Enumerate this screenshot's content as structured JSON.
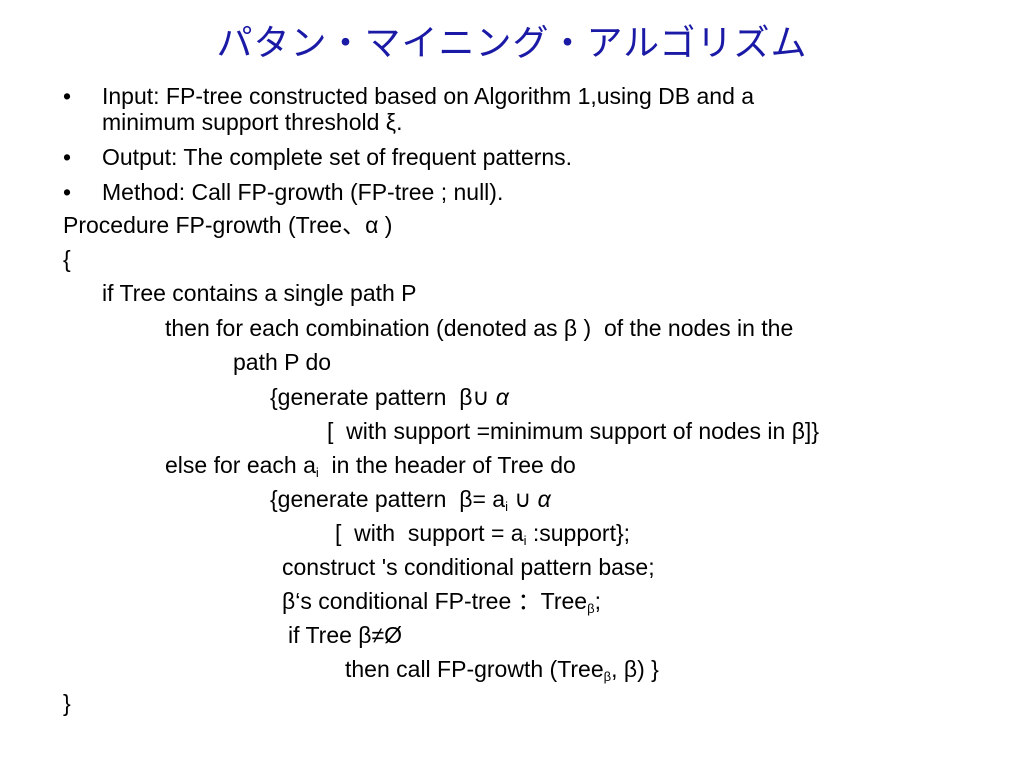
{
  "title": "パタン・マイニング・アルゴリズム",
  "bullets": [
    {
      "symbol": "•",
      "lines": [
        "Input: FP-tree constructed based on Algorithm 1,using DB and a",
        "minimum support threshold ξ."
      ]
    },
    {
      "symbol": "•",
      "lines": [
        "Output: The complete set of frequent patterns."
      ]
    },
    {
      "symbol": "•",
      "lines": [
        "Method: Call FP-growth (FP-tree ; null)."
      ]
    }
  ],
  "procedure": {
    "header": "Procedure FP-growth (Tree、α )",
    "open_brace": "{",
    "line_if_tree": "if Tree contains a single path P",
    "line_then_1": "then for each combination (denoted as β )  of the nodes in the",
    "line_then_2": "path P do",
    "line_gen1_a": "{generate pattern  β∪ ",
    "line_gen1_alpha": "α",
    "line_support1": "[  with support =minimum support of nodes in β]}",
    "line_else_a": "else for each a",
    "line_else_sub": "i",
    "line_else_b": "  in the header of Tree do",
    "line_gen2_a": "{generate pattern  β= a",
    "line_gen2_sub": "i",
    "line_gen2_b": " ∪ ",
    "line_gen2_alpha": "α",
    "line_support2_a": "[  with  support = a",
    "line_support2_sub": "i",
    "line_support2_b": " :support};",
    "line_construct": "construct 's conditional pattern base;",
    "line_cond_a": "β‘s conditional FP-tree ：Tree",
    "line_cond_sub": "β",
    "line_cond_b": ";",
    "line_iftree": "if Tree β≠Ø",
    "line_call_a": "then call FP-growth (Tree",
    "line_call_sub": "β",
    "line_call_b": ", β) }",
    "close_brace": "}"
  }
}
